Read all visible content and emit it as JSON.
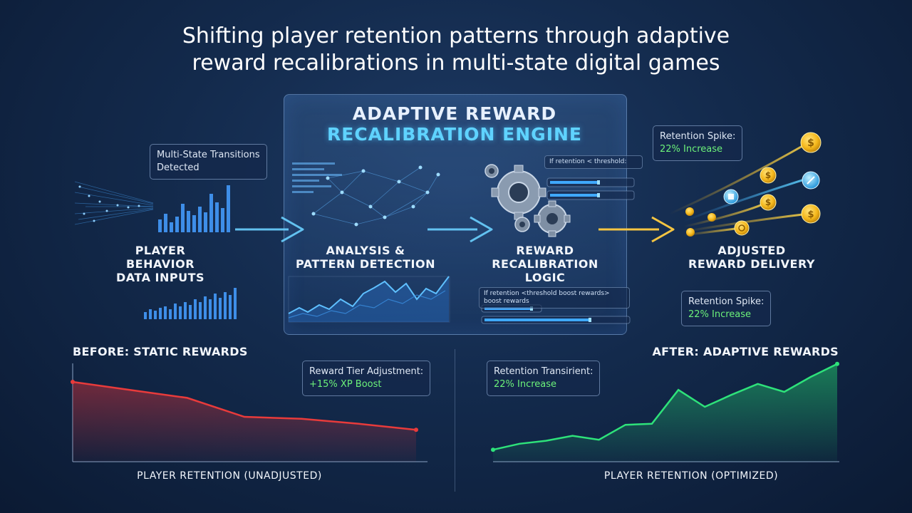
{
  "title": {
    "line1": "Shifting player retention patterns through adaptive",
    "line2": "reward recalibrations in multi-state digital games"
  },
  "engine": {
    "title_line1": "ADAPTIVE REWARD",
    "title_line2": "RECALIBRATION ENGINE"
  },
  "stages": {
    "inputs": [
      "PLAYER",
      "BEHAVIOR",
      "DATA INPUTS"
    ],
    "analysis": [
      "ANALYSIS &",
      "PATTERN DETECTION"
    ],
    "logic": [
      "REWARD",
      "RECALIBRATION",
      "LOGIC"
    ],
    "delivery": [
      "ADJUSTED",
      "REWARD DELIVERY"
    ]
  },
  "callouts": {
    "transitions": {
      "line1": "Multi-State Transitions",
      "line2": "Detected"
    },
    "spike_top": {
      "line1": "Retention Spike:",
      "line2": "22% Increase"
    },
    "spike_mid": {
      "line1": "Retention Spike:",
      "line2": "22% Increase"
    },
    "tier": {
      "line1": "Reward Tier Adjustment:",
      "line2": "+15% XP Boost"
    },
    "transient": {
      "line1": "Retention Transirient:",
      "line2": "22% Increase"
    }
  },
  "rules": {
    "top": "If retention < threshold:",
    "bottom_line1": "If retention <threshold boost rewards>",
    "bottom_line2": "boost rewards"
  },
  "sections": {
    "before": "BEFORE: STATIC REWARDS",
    "after": "AFTER: ADAPTIVE REWARDS",
    "before_caption": "PLAYER RETENTION (UNADJUSTED)",
    "after_caption": "PLAYER RETENTION (OPTIMIZED)"
  },
  "colors": {
    "before_line": "#e83b3b",
    "after_line": "#2ee27a",
    "accent_cyan": "#5fd3ff",
    "coin_gold": "#f5b81c"
  },
  "chart_data": [
    {
      "type": "area",
      "title": "BEFORE: STATIC REWARDS",
      "xlabel": "PLAYER RETENTION (UNADJUSTED)",
      "ylabel": "",
      "x": [
        0,
        1,
        2,
        3,
        4,
        5,
        6
      ],
      "values": [
        80,
        72,
        64,
        45,
        43,
        38,
        32
      ],
      "ylim": [
        0,
        100
      ]
    },
    {
      "type": "area",
      "title": "AFTER: ADAPTIVE REWARDS",
      "xlabel": "PLAYER RETENTION (OPTIMIZED)",
      "ylabel": "",
      "x": [
        0,
        1,
        2,
        3,
        4,
        5,
        6,
        7,
        8,
        9,
        10,
        11,
        12,
        13
      ],
      "values": [
        12,
        18,
        21,
        26,
        22,
        37,
        38,
        72,
        55,
        67,
        78,
        70,
        85,
        98
      ],
      "ylim": [
        0,
        100
      ]
    }
  ]
}
